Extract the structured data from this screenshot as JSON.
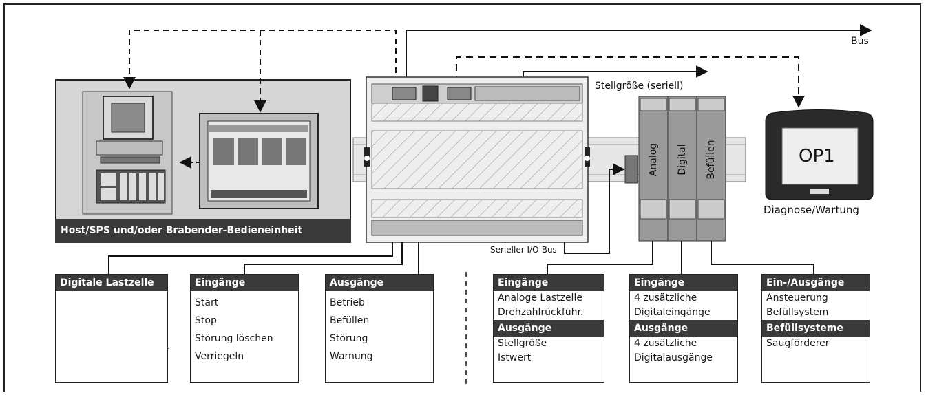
{
  "labels": {
    "bus": "Bus",
    "stellgroesse_seriell": "Stellgröße (seriell)",
    "serieller_io_bus": "Serieller I/O-Bus",
    "diagnose": "Diagnose/Wartung",
    "op1": "OP1",
    "host_caption": "Host/SPS und/oder Brabender-Bedieneinheit"
  },
  "modules": {
    "analog": "Analog",
    "digital": "Digital",
    "befuellen": "Befüllen"
  },
  "boxes": {
    "lastzelle": {
      "title": "Digitale Lastzelle"
    },
    "eingaenge": {
      "title": "Eingänge",
      "items": [
        "Start",
        "Stop",
        "Störung löschen",
        "Verriegeln"
      ]
    },
    "ausgaenge": {
      "title": "Ausgänge",
      "items": [
        "Betrieb",
        "Befüllen",
        "Störung",
        "Warnung"
      ]
    },
    "analog_mod": {
      "title1": "Eingänge",
      "items1": [
        "Analoge Lastzelle",
        "Drehzahlrückführ."
      ],
      "title2": "Ausgänge",
      "items2": [
        "Stellgröße",
        "Istwert"
      ]
    },
    "digital_mod": {
      "title1": "Eingänge",
      "items1": [
        "4 zusätzliche",
        "Digitaleingänge"
      ],
      "title2": "Ausgänge",
      "items2": [
        "4 zusätzliche",
        "Digitalausgänge"
      ]
    },
    "befuell_mod": {
      "title1": "Ein-/Ausgänge",
      "items1": [
        "Ansteuerung",
        "Befüllsystem"
      ],
      "title2": "Befüllsysteme",
      "items2": [
        "Saugförderer"
      ]
    }
  }
}
